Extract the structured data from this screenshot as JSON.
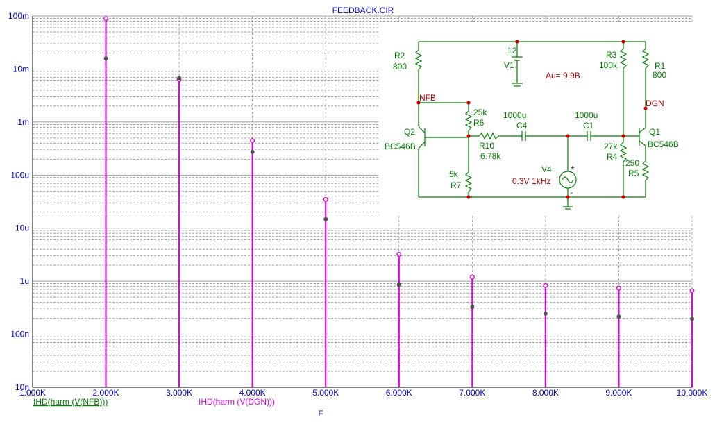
{
  "chart_data": {
    "type": "stem",
    "title": "FEEDBACK.CIR",
    "xlabel": "F",
    "x_ticks": [
      "1.000K",
      "2.000K",
      "3.000K",
      "4.000K",
      "5.000K",
      "6.000K",
      "7.000K",
      "8.000K",
      "9.000K",
      "10.000K"
    ],
    "x_range": [
      1000,
      10000
    ],
    "y_scale": "log",
    "y_ticks": [
      "100m",
      "10m",
      "1m",
      "100u",
      "10u",
      "1u",
      "100n",
      "10n"
    ],
    "y_range": [
      1e-08,
      0.1
    ],
    "grid": true,
    "series": [
      {
        "name": "IHD(harm (V(NFB)))",
        "color": "#505050",
        "x": [
          2000,
          3000,
          4000,
          5000,
          6000,
          7000,
          8000,
          9000,
          10000
        ],
        "y": [
          0.0158,
          0.00676,
          0.000275,
          1.48e-05,
          8.6e-07,
          3.3e-07,
          2.45e-07,
          2.15e-07,
          1.95e-07
        ]
      },
      {
        "name": "IHD(harm (V(DGN)))",
        "color": "#e000e0",
        "x": [
          2000,
          3000,
          4000,
          5000,
          6000,
          7000,
          8000,
          9000,
          10000
        ],
        "y": [
          0.0891,
          0.00631,
          0.000447,
          3.47e-05,
          3.2e-06,
          1.2e-06,
          8.3e-07,
          7.4e-07,
          6.6e-07
        ]
      }
    ]
  },
  "schematic": {
    "labels": {
      "r2": "R2",
      "r2_val": "800",
      "v1_val": "12",
      "v1": "V1",
      "au": "Au= 9.9B",
      "r3": "R3",
      "r3_val": "100k",
      "r1": "R1",
      "r1_val": "800",
      "nfb": "NFB",
      "dgn": "DGN",
      "r6_val": "25k",
      "r6": "R6",
      "c4_val": "1000u",
      "c4": "C4",
      "c1_val": "1000u",
      "c1": "C1",
      "q2": "Q2",
      "q2_model": "BC546B",
      "q1": "Q1",
      "q1_model": "BC546B",
      "r10": "R10",
      "r10_val": "6.78k",
      "r4_val": "27k",
      "r4": "R4",
      "r5_val": "250",
      "r5": "R5",
      "r7_val": "5k",
      "r7": "R7",
      "v4": "V4",
      "v4_val": "0.3V 1kHz",
      "plus": "+",
      "minus": "-"
    }
  }
}
